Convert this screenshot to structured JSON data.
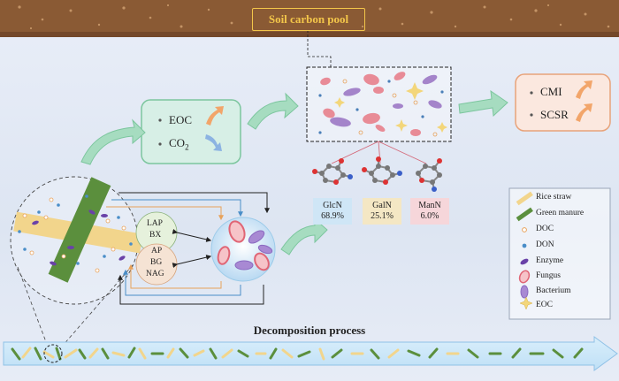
{
  "title": "Soil carbon pool",
  "response_box": {
    "items": [
      {
        "label": "EOC",
        "trend": "increase"
      },
      {
        "label": "CO",
        "sub": "2",
        "trend": "decrease"
      }
    ]
  },
  "outcome_box": {
    "items": [
      {
        "label": "CMI",
        "trend": "increase"
      },
      {
        "label": "SCSR",
        "trend": "increase"
      }
    ]
  },
  "amino_sugars": [
    {
      "name": "GlcN",
      "value": "68.9%",
      "color": "#cfe6f6"
    },
    {
      "name": "GalN",
      "value": "25.1%",
      "color": "#f4e7c4"
    },
    {
      "name": "ManN",
      "value": "6.0%",
      "color": "#f6d6da"
    }
  ],
  "enzymes": {
    "group1": [
      "LAP",
      "BX"
    ],
    "group2": [
      "AP",
      "BG",
      "NAG"
    ]
  },
  "legend": {
    "items": [
      {
        "label": "Rice straw",
        "icon": "rice-straw-icon"
      },
      {
        "label": "Green manure",
        "icon": "green-manure-icon"
      },
      {
        "label": "DOC",
        "icon": "doc-icon"
      },
      {
        "label": "DON",
        "icon": "don-icon"
      },
      {
        "label": "Enzyme",
        "icon": "enzyme-icon"
      },
      {
        "label": "Fungus",
        "icon": "fungus-icon"
      },
      {
        "label": "Bacterium",
        "icon": "bacterium-icon"
      },
      {
        "label": "EOC",
        "icon": "eoc-icon"
      }
    ]
  },
  "process_label": "Decomposition process",
  "colors": {
    "soil": "#8a5a34",
    "rice_straw": "#f2d58c",
    "green_manure": "#5b8f3d",
    "box_fill": "#d7efe6",
    "box_stroke": "#7cc69e",
    "outcome_fill": "#fbe8df",
    "outcome_stroke": "#e8a37a",
    "up_arrow": "#f2a56a",
    "down_arrow": "#8cb3e2",
    "link_orange": "#e8a25a",
    "link_blue": "#4a8ec8",
    "link_black": "#222222"
  }
}
